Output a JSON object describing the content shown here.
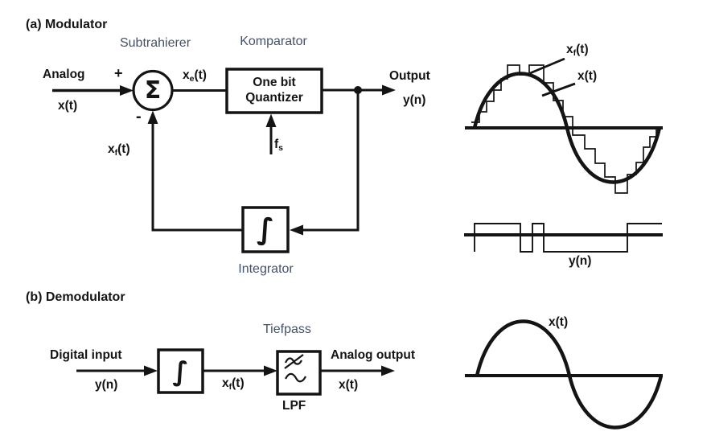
{
  "title": "Delta modulation / demodulation diagram",
  "colors": {
    "ink": "#141414",
    "annotation_blue": "#45516b",
    "background": "#ffffff"
  },
  "part_a": {
    "heading": "(a) Modulator",
    "subtractor_label": "Subtrahierer",
    "comparator_label": "Komparator",
    "input_label": "Analog",
    "input_signal": "x(t)",
    "plus_sign": "+",
    "minus_sign": "-",
    "sigma_symbol": "Σ",
    "error_signal": {
      "base": "x",
      "sub": "e",
      "rest": "(t)"
    },
    "quantizer_line1": "One bit",
    "quantizer_line2": "Quantizer",
    "sampling_freq": {
      "base": "f",
      "sub": "s",
      "rest": ""
    },
    "output_label": "Output",
    "output_signal": "y(n)",
    "feedback_signal": {
      "base": "x",
      "sub": "f",
      "rest": "(t)"
    },
    "integrator_symbol": "∫",
    "integrator_label": "Integrator"
  },
  "part_b": {
    "heading": "(b) Demodulator",
    "input_label": "Digital input",
    "input_signal": "y(n)",
    "integrator_symbol": "∫",
    "integrated_signal": {
      "base": "x",
      "sub": "f",
      "rest": "(t)"
    },
    "lowpass_label": "Tiefpass",
    "lpf_label": "LPF",
    "output_label": "Analog output",
    "output_signal": "x(t)"
  },
  "waveforms": {
    "staircase_label": {
      "base": "x",
      "sub": "f",
      "rest": "(t)"
    },
    "sine_label": "x(t)",
    "bitstream_label": "y(n)",
    "demod_sine_label": "x(t)"
  }
}
